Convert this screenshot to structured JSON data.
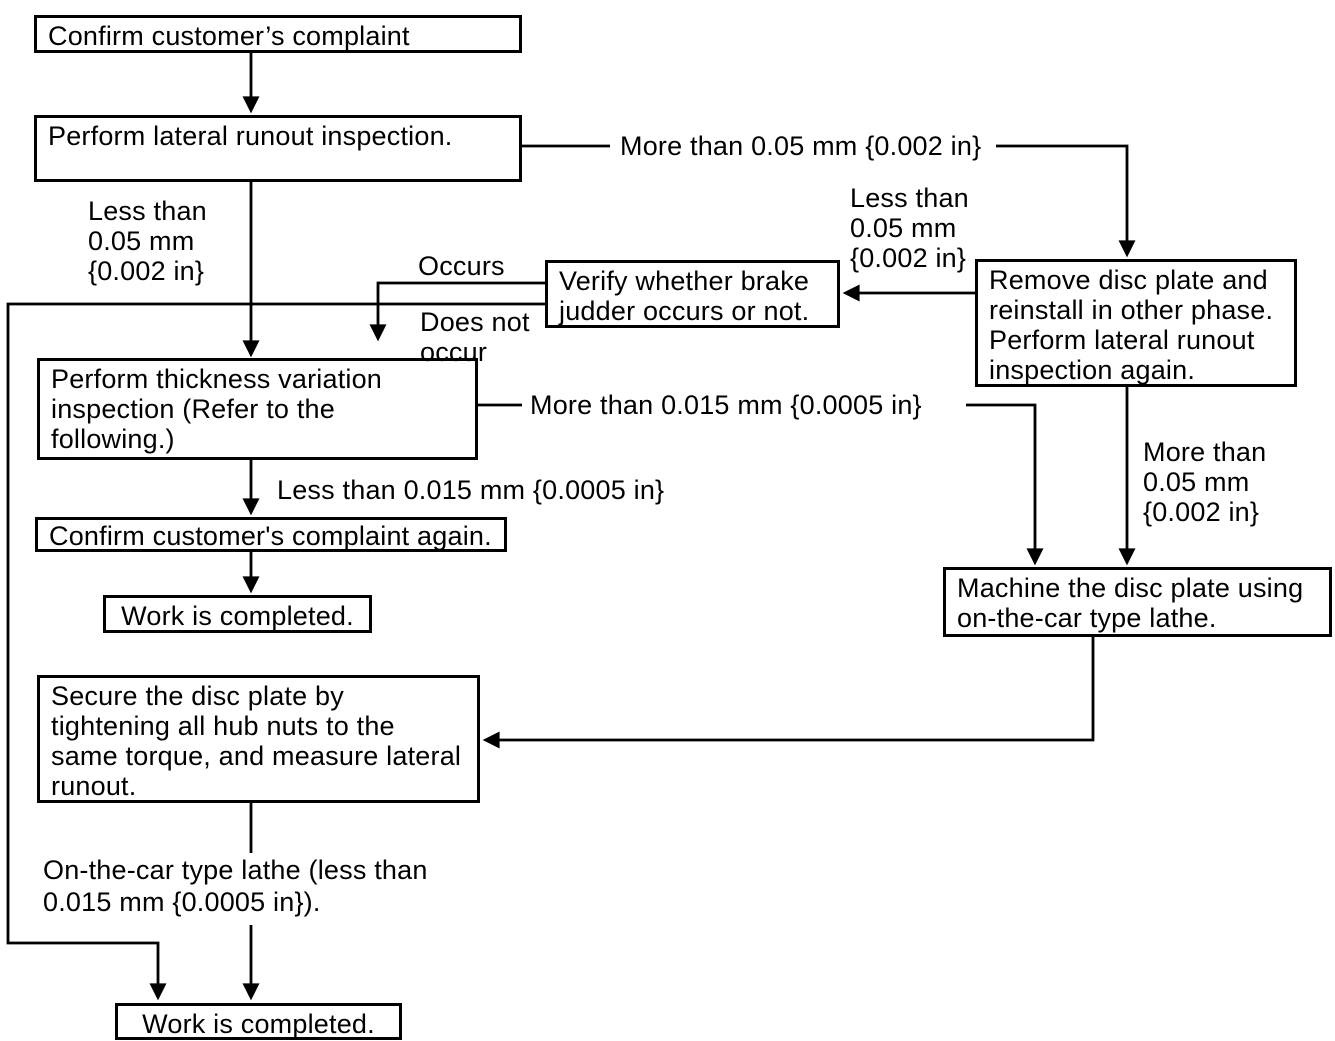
{
  "diagram": {
    "nodes": {
      "confirm_complaint": "Confirm customer’s complaint",
      "lateral_runout": "Perform lateral runout inspection.",
      "remove_disc": "Remove disc plate and\nreinstall in other phase.\nPerform lateral runout\ninspection again.",
      "verify_judder": "Verify whether brake\njudder occurs or not.",
      "thickness_variation": "Perform thickness variation\ninspection (Refer to the\nfollowing.)",
      "confirm_again": "Confirm customer's complaint again.",
      "work_completed_1": "Work is completed.",
      "secure_disc": "Secure the disc plate by\ntightening all hub nuts to the\nsame torque, and measure lateral\nrunout.",
      "machine_disc": "Machine the disc plate using\non-the-car type lathe.",
      "work_completed_2": "Work is completed."
    },
    "labels": {
      "less_005_left": "Less than\n0.05 mm\n{0.002 in}",
      "more_005_top": "More than 0.05 mm {0.002 in}",
      "less_005_right": "Less than\n0.05 mm\n{0.002 in}",
      "occurs": "Occurs",
      "does_not_occur": "Does not\noccur",
      "more_0015": "More than 0.015 mm {0.0005 in}",
      "less_0015": "Less than 0.015 mm {0.0005 in}",
      "more_005_right": "More than\n0.05 mm\n{0.002 in}",
      "on_the_car_lathe": "On-the-car type lathe (less than\n0.015 mm {0.0005 in})."
    },
    "colors": {
      "line": "#000000",
      "background": "#ffffff",
      "box_fill": "#ffffff"
    }
  }
}
